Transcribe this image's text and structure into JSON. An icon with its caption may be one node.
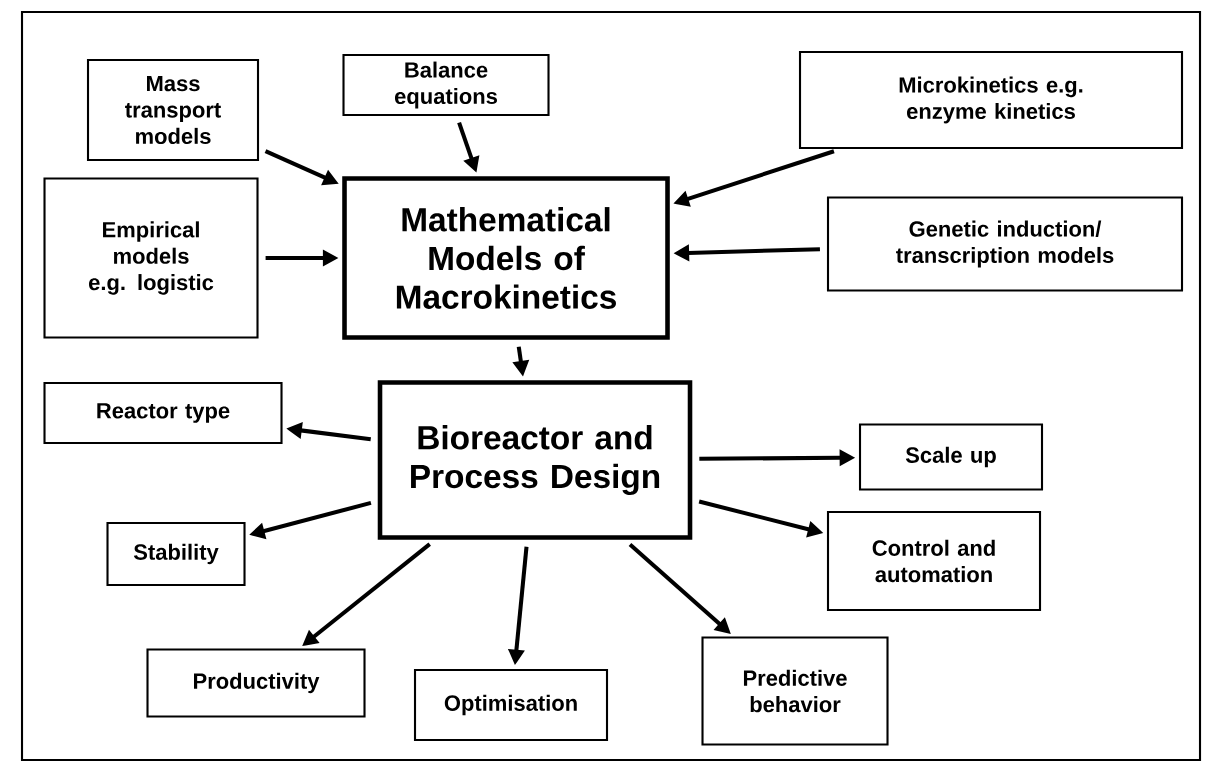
{
  "diagram": {
    "nodes": [
      {
        "text": [
          "Mass transport models"
        ]
      },
      {
        "text": [
          "Balance equations"
        ]
      },
      {
        "text": [
          "Microkinetics e.g. enzyme kinetics"
        ]
      },
      {
        "text": [
          "Mathematical Models of Macrokinetics"
        ]
      },
      {
        "text": [
          "Empirical models e.g. logistic"
        ]
      },
      {
        "text": [
          "Genetic induction/ transcription models"
        ]
      },
      {
        "text": [
          "Bioreactor and Process Design"
        ]
      },
      {
        "text": [
          "Reactor type"
        ]
      },
      {
        "text": [
          "Scale up"
        ]
      },
      {
        "text": [
          "Stability"
        ]
      },
      {
        "text": [
          "Control and automation"
        ]
      },
      {
        "text": [
          "Productivity"
        ]
      },
      {
        "text": [
          "Optimisation"
        ]
      },
      {
        "text": [
          "Predictive behavior"
        ]
      }
    ],
    "edges": [
      {
        "from": 0,
        "to": 3,
        "arrow": "to"
      },
      {
        "from": 1,
        "to": 3,
        "arrow": "to"
      },
      {
        "from": 2,
        "to": 3,
        "arrow": "to"
      },
      {
        "from": 4,
        "to": 3,
        "arrow": "to"
      },
      {
        "from": 5,
        "to": 3,
        "arrow": "to"
      },
      {
        "from": 3,
        "to": 6,
        "arrow": "to"
      },
      {
        "from": 6,
        "to": 7,
        "arrow": "to"
      },
      {
        "from": 6,
        "to": 8,
        "arrow": "to"
      },
      {
        "from": 6,
        "to": 9,
        "arrow": "to"
      },
      {
        "from": 6,
        "to": 10,
        "arrow": "to"
      },
      {
        "from": 6,
        "to": 11,
        "arrow": "to"
      },
      {
        "from": 6,
        "to": 12,
        "arrow": "to"
      },
      {
        "from": 6,
        "to": 13,
        "arrow": "to"
      }
    ]
  }
}
